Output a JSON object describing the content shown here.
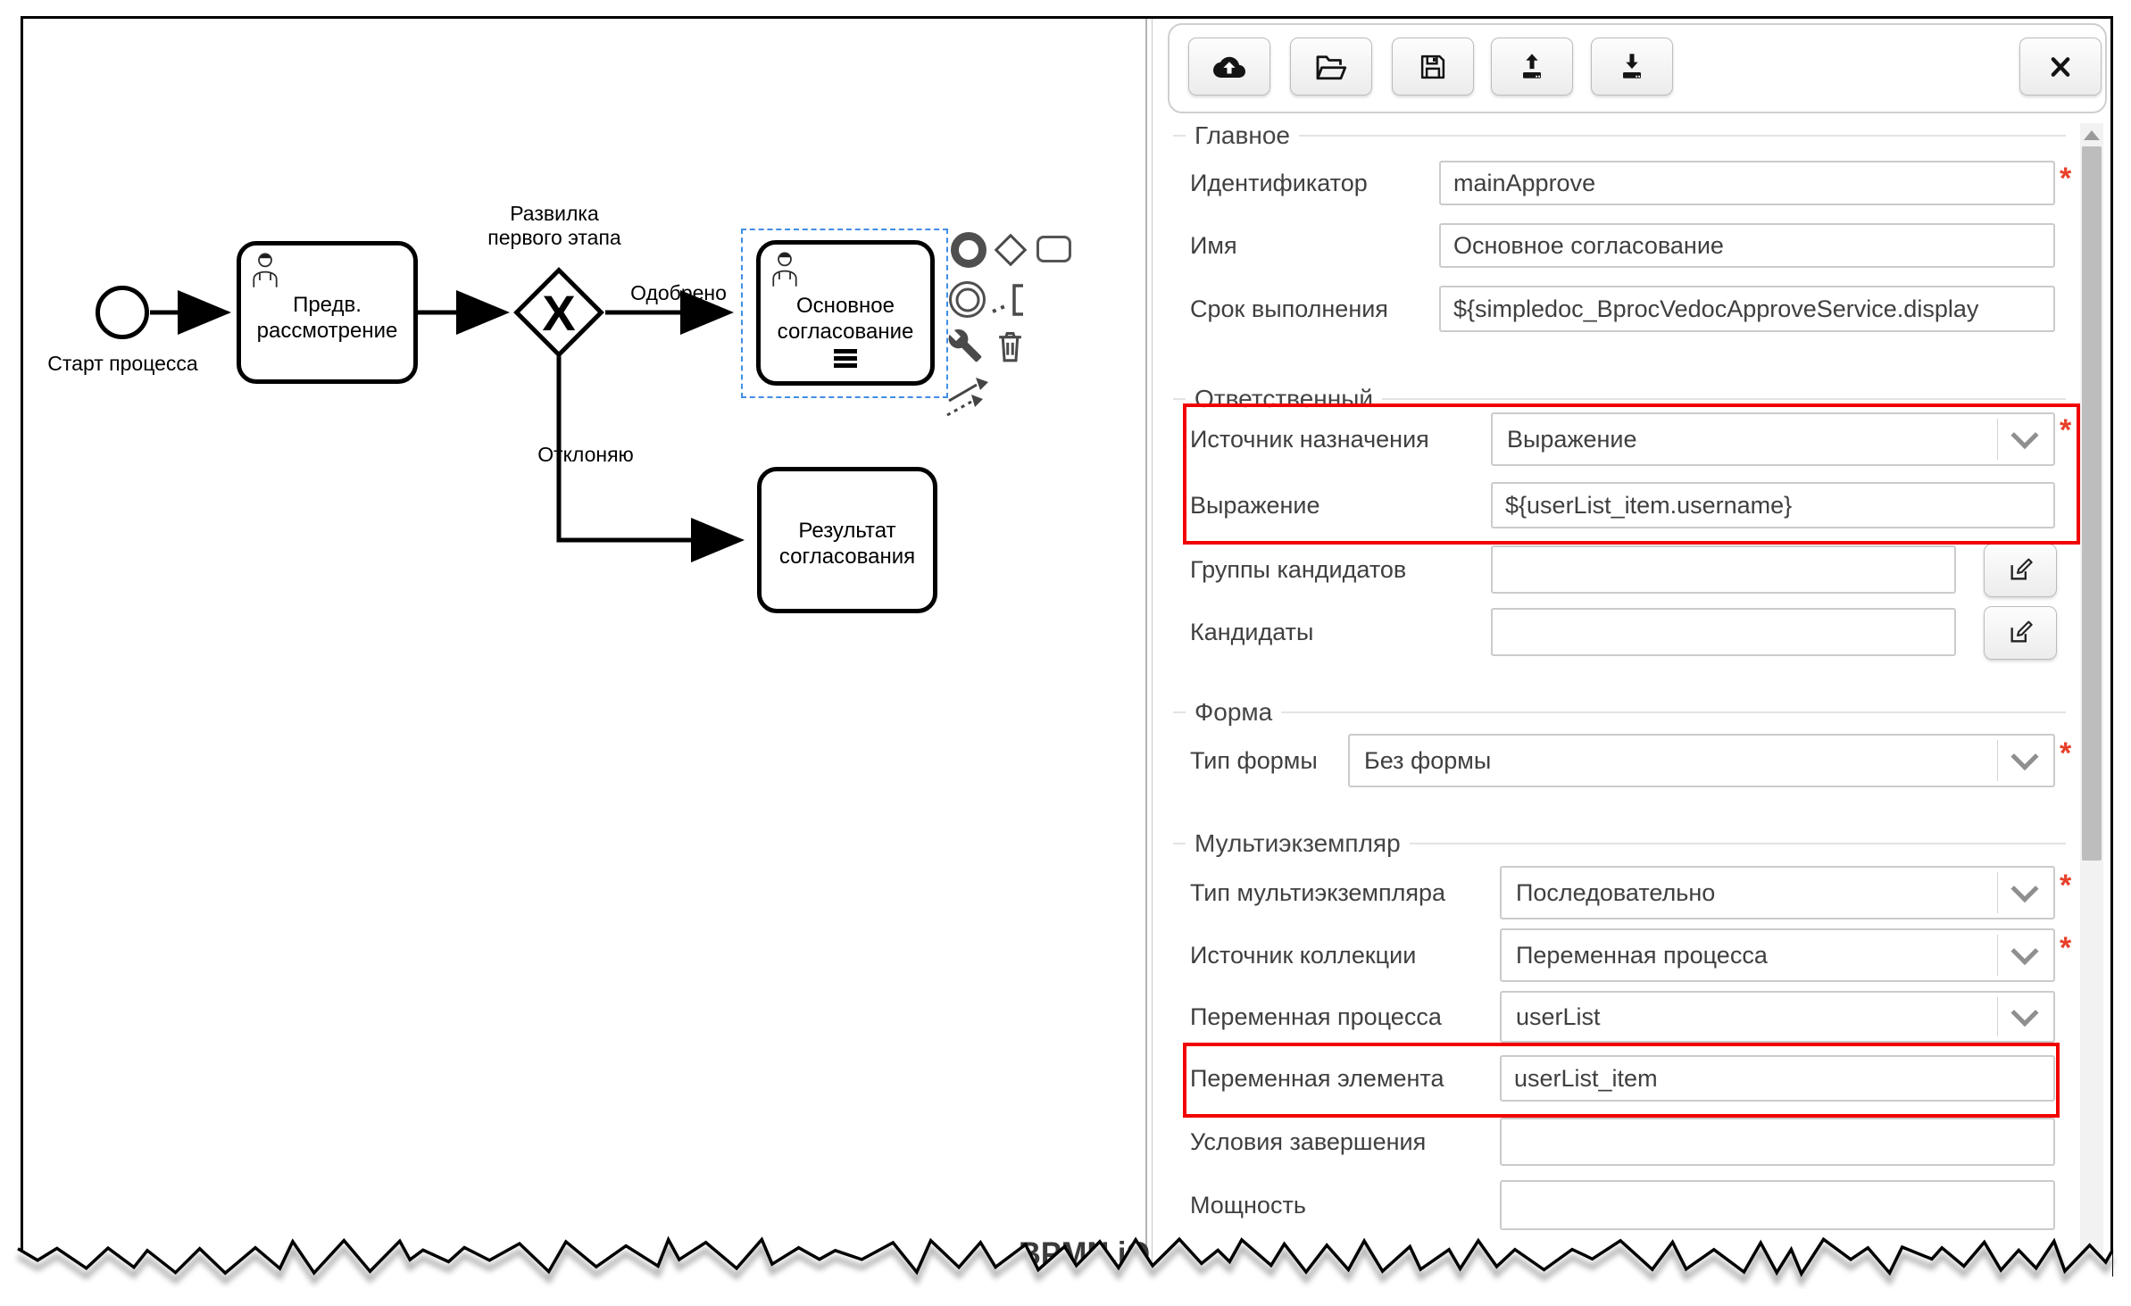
{
  "diagram": {
    "start_label": "Старт процесса",
    "task_preliminary_label": "Предв.\nрассмотрение",
    "gateway_label": "Развилка\nпервого этапа",
    "gateway_marker": "X",
    "flow_approved_label": "Одобрено",
    "flow_rejected_label": "Отклоняю",
    "task_main_label": "Основное\nсогласование",
    "task_result_label": "Результат\nсогласования",
    "watermark": "BPMN.iO",
    "selection_color": "#418ee4"
  },
  "context_pad": {
    "icons": [
      "append-end-event",
      "append-gateway",
      "append-task",
      "append-intermediate-event",
      "append-text-annotation",
      "change-type-wrench",
      "delete-trash",
      "connect-flow-arrows"
    ]
  },
  "toolbar": {
    "icons": [
      "cloud-upload",
      "open-file",
      "save",
      "upload",
      "download"
    ],
    "close": "close"
  },
  "panel": {
    "required_marker": "*",
    "required_color": "#e8402a",
    "highlight_color": "#f10000",
    "sections": {
      "main": {
        "legend": "Главное",
        "identifier_label": "Идентификатор",
        "identifier_value": "mainApprove",
        "name_label": "Имя",
        "name_value": "Основное согласование",
        "due_label": "Срок выполнения",
        "due_value": "${simpledoc_BprocVedocApproveService.display"
      },
      "assignee": {
        "legend": "Ответственный",
        "source_label": "Источник назначения",
        "source_value": "Выражение",
        "expression_label": "Выражение",
        "expression_value": "${userList_item.username}",
        "groups_label": "Группы кандидатов",
        "groups_value": "",
        "candidates_label": "Кандидаты",
        "candidates_value": ""
      },
      "form": {
        "legend": "Форма",
        "form_type_label": "Тип формы",
        "form_type_value": "Без формы"
      },
      "multi": {
        "legend": "Мультиэкземпляр",
        "mi_type_label": "Тип мультиэкземпляра",
        "mi_type_value": "Последовательно",
        "collection_source_label": "Источник коллекции",
        "collection_source_value": "Переменная процесса",
        "process_var_label": "Переменная процесса",
        "process_var_value": "userList",
        "element_var_label": "Переменная элемента",
        "element_var_value": "userList_item",
        "completion_label": "Условия завершения",
        "completion_value": "",
        "cardinality_label": "Мощность",
        "cardinality_value": ""
      }
    }
  }
}
